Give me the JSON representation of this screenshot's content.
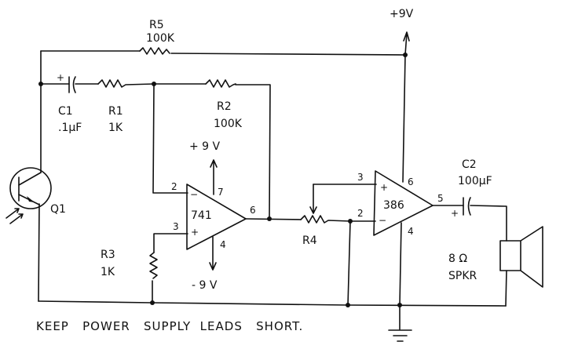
{
  "title": "Light-to-sound amplifier schematic",
  "supply": {
    "plus": "+9V",
    "minus": "-9V",
    "opamp_plus": "+ 9 V",
    "opamp_minus": "- 9 V"
  },
  "components": {
    "R5": {
      "name": "R5",
      "value": "100K"
    },
    "C1": {
      "name": "C1",
      "value": ".1µF",
      "polarity": "+"
    },
    "R1": {
      "name": "R1",
      "value": "1K"
    },
    "R2": {
      "name": "R2",
      "value": "100K"
    },
    "R3": {
      "name": "R3",
      "value": "1K"
    },
    "R4": {
      "name": "R4"
    },
    "Q1": {
      "name": "Q1"
    },
    "U1": {
      "name": "741",
      "pins": {
        "inv": "2",
        "noninv": "3",
        "vplus": "7",
        "vminus": "4",
        "out": "6"
      },
      "inv_sign": "−",
      "noninv_sign": "+"
    },
    "U2": {
      "name": "386",
      "pins": {
        "noninv": "3",
        "inv": "2",
        "vplus": "6",
        "gnd": "4",
        "out": "5"
      },
      "inv_sign": "−",
      "noninv_sign": "+"
    },
    "C2": {
      "name": "C2",
      "value": "100µF",
      "polarity": "+"
    },
    "SPKR": {
      "value": "8 Ω",
      "name": "SPKR"
    }
  },
  "note": "KEEP   POWER   SUPPLY  LEADS   SHORT."
}
